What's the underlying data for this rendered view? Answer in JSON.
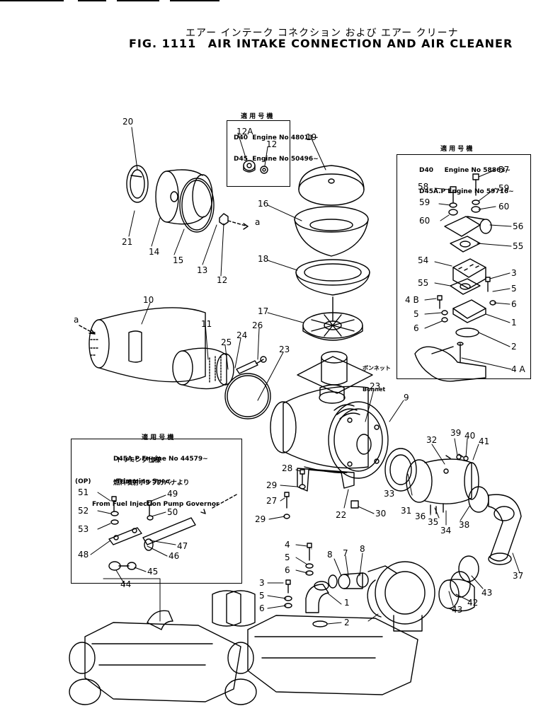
{
  "header": {
    "title_jp": "エアー インテーク コネクション および エアー クリーナ",
    "fig_label": "FIG. 1111",
    "title_en": "AIR INTAKE CONNECTION AND AIR CLEANER"
  },
  "notes": {
    "serial_12": {
      "jp": "適 用 号 機",
      "line1": "D40  Engine No 48013~",
      "line2": "D45  Engine No 50496~"
    },
    "serial_right": {
      "jp": "適 用 号 機",
      "line1": "D40     Engine No 58863~",
      "line2": "D45A.P Engine No 59716~"
    },
    "serial_left": {
      "jp": "適 用 号 機",
      "line1": "D45A.P Engine No 44579~"
    },
    "trimming": {
      "op": "(OP)",
      "jp": "トリミング仕様",
      "en": "Trimming Spec."
    },
    "governor": {
      "jp": "燃料噴射ポンプガバナより",
      "en": "From Fuel Injection Pump Governor"
    },
    "bonnet": {
      "jp": "ボンネット",
      "en": "Bonnet"
    }
  },
  "callouts": {
    "c20": "20",
    "c21": "21",
    "c14": "14",
    "c15": "15",
    "c13": "13",
    "c12": "12",
    "ca1": "a",
    "c12a_box": "12A",
    "c12_box": "12",
    "c19": "19",
    "c16": "16",
    "c18": "18",
    "c17": "17",
    "c10": "10",
    "c11": "11",
    "ca2": "a",
    "c25": "25",
    "c24": "24",
    "c26": "26",
    "c23a": "23",
    "c23b": "23",
    "c9": "9",
    "c57": "57",
    "c58": "58",
    "c59a": "59",
    "c59b": "59",
    "c60a": "60",
    "c60b": "60",
    "c56": "56",
    "c55a": "55",
    "c54": "54",
    "c3r": "3",
    "c55b": "55",
    "c5r": "5",
    "c4b": "4 B",
    "c6r": "6",
    "c5r2": "5",
    "c6r2": "6",
    "c1r": "1",
    "c2r": "2",
    "c4a": "4 A",
    "c51": "51",
    "c49": "49",
    "c52": "52",
    "c50": "50",
    "c53": "53",
    "c47": "47",
    "c48": "48",
    "c46": "46",
    "c45": "45",
    "c44": "44",
    "c28": "28",
    "c29a": "29",
    "c27": "27",
    "c29b": "29",
    "c22": "22",
    "c30": "30",
    "c33": "33",
    "c31": "31",
    "c32": "32",
    "c39": "39",
    "c40": "40",
    "c41": "41",
    "c36": "36",
    "c35": "35",
    "c34": "34",
    "c38": "38",
    "c37": "37",
    "c43a": "43",
    "c43b": "43",
    "c42": "42",
    "c4": "4",
    "c5": "5",
    "c6": "6",
    "c3": "3",
    "c5b": "5",
    "c6b": "6",
    "c8a": "8",
    "c7": "7",
    "c8b": "8",
    "c1": "1",
    "c2": "2"
  }
}
